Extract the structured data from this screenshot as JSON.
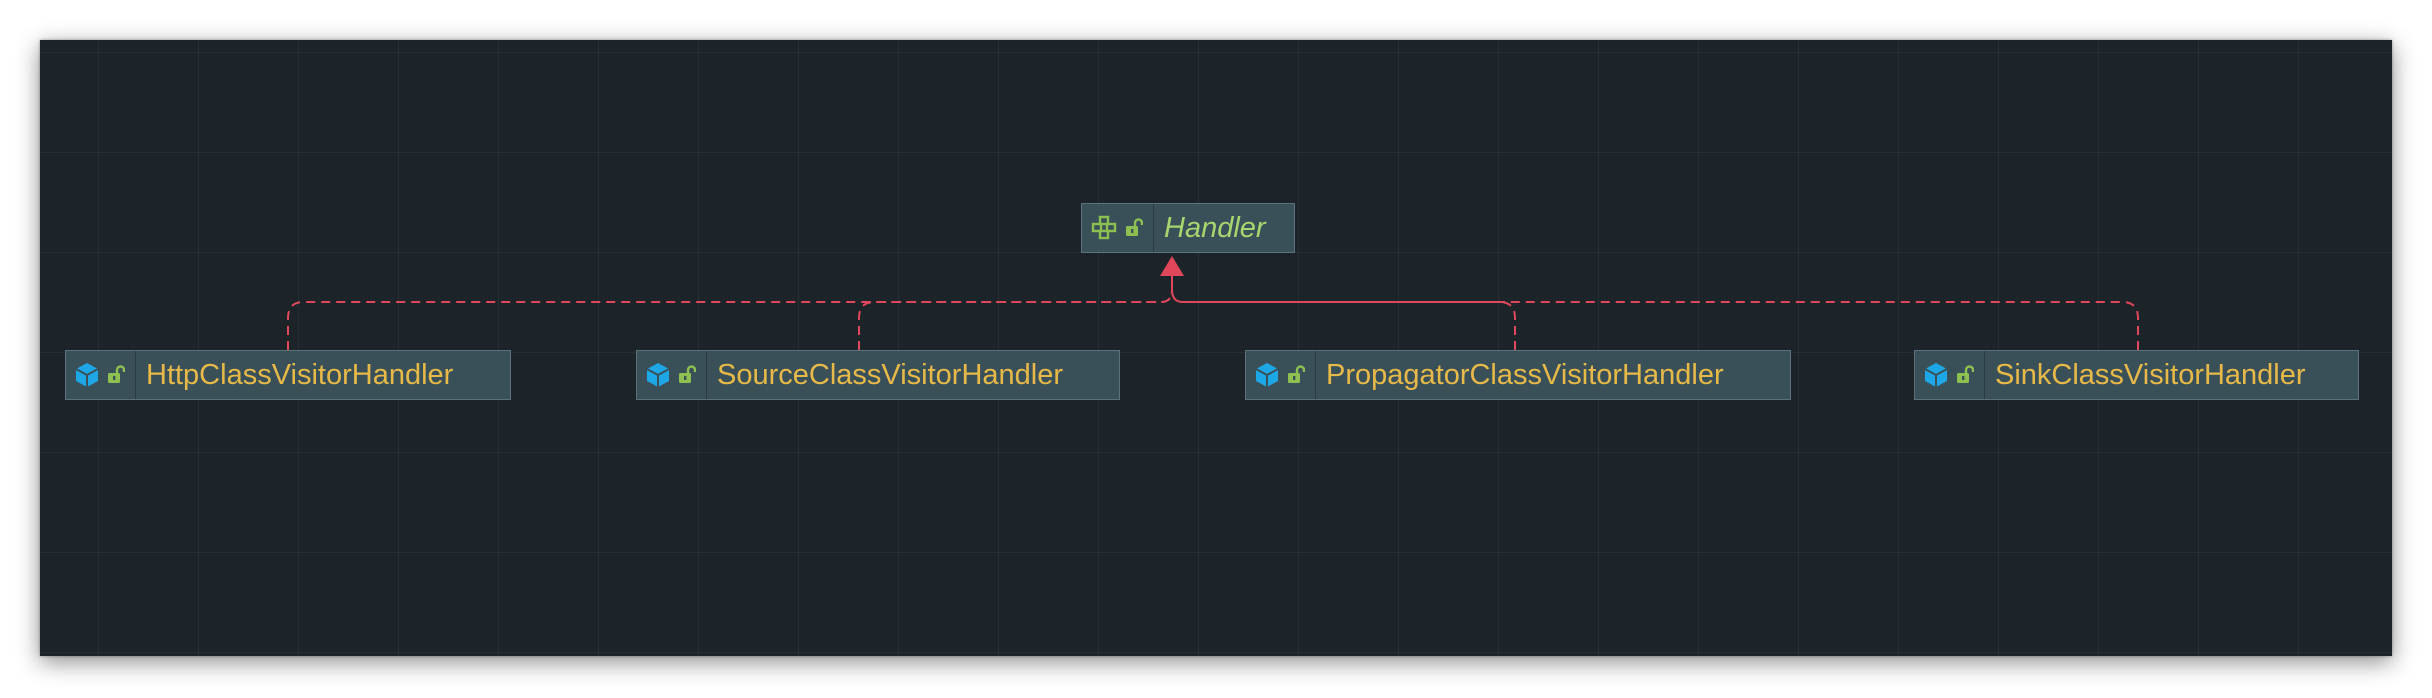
{
  "diagram": {
    "interface": {
      "name": "Handler",
      "kind_icon": "interface-icon",
      "visibility_icon": "public-lock-icon"
    },
    "classes": [
      {
        "name": "HttpClassVisitorHandler",
        "kind_icon": "class-icon",
        "visibility_icon": "public-lock-icon"
      },
      {
        "name": "SourceClassVisitorHandler",
        "kind_icon": "class-icon",
        "visibility_icon": "public-lock-icon"
      },
      {
        "name": "PropagatorClassVisitorHandler",
        "kind_icon": "class-icon",
        "visibility_icon": "public-lock-icon"
      },
      {
        "name": "SinkClassVisitorHandler",
        "kind_icon": "class-icon",
        "visibility_icon": "public-lock-icon"
      }
    ],
    "relation": "implements",
    "colors": {
      "background": "#1c242a",
      "node_fill": "#3a5059",
      "class_text": "#e7b948",
      "interface_text": "#a7d66f",
      "edge": "#e0475a",
      "class_icon": "#1ea7e6",
      "lock_icon": "#8cc152"
    }
  }
}
